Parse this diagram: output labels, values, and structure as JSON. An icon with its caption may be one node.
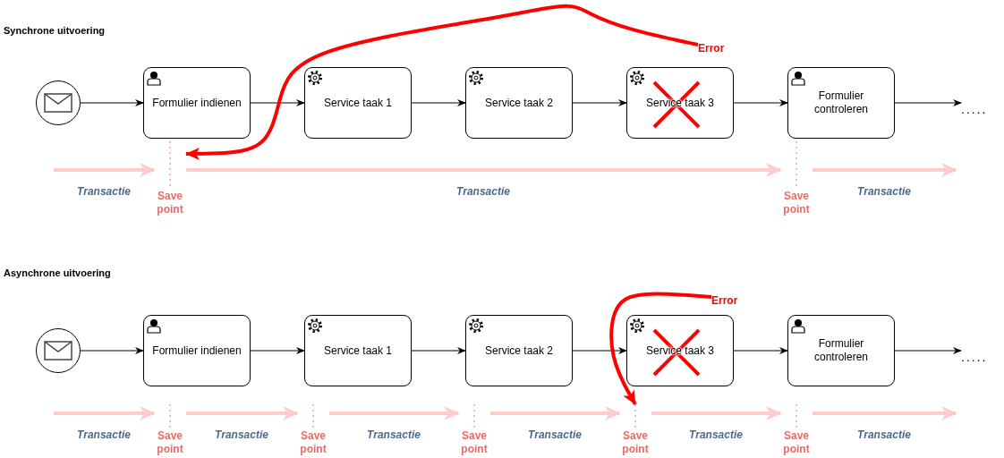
{
  "diagram": {
    "nodes": [
      {
        "text": [],
        "shape": "circle"
      },
      {
        "text": [
          "Formulier indienen"
        ]
      },
      {
        "text": [
          "Service taak 1"
        ]
      },
      {
        "text": [
          "Service taak 2"
        ]
      },
      {
        "text": [
          "Service taak 3"
        ]
      },
      {
        "text": [
          "Formulier controleren"
        ]
      },
      {
        "text": [
          "....."
        ]
      },
      {
        "text": [
          "Error"
        ]
      },
      {
        "text": [
          "Save point"
        ]
      },
      {
        "text": [
          "Save point"
        ]
      },
      {
        "text": [],
        "shape": "circle"
      },
      {
        "text": [
          "Formulier indienen"
        ]
      },
      {
        "text": [
          "Service taak 1"
        ]
      },
      {
        "text": [
          "Service taak 2"
        ]
      },
      {
        "text": [
          "Service taak 3"
        ]
      },
      {
        "text": [
          "Formulier controleren"
        ]
      },
      {
        "text": [
          "....."
        ]
      },
      {
        "text": [
          "Error"
        ]
      },
      {
        "text": [
          "Save point"
        ]
      },
      {
        "text": [
          "Save point"
        ]
      },
      {
        "text": [
          "Save point"
        ]
      },
      {
        "text": [
          "Save point"
        ]
      },
      {
        "text": [
          "Save point"
        ]
      }
    ],
    "edges": [
      {
        "from": 0,
        "to": 1,
        "arrow": "to"
      },
      {
        "from": 1,
        "to": 2,
        "arrow": "to"
      },
      {
        "from": 2,
        "to": 3,
        "arrow": "to"
      },
      {
        "from": 3,
        "to": 4,
        "arrow": "to"
      },
      {
        "from": 4,
        "to": 5,
        "arrow": "to"
      },
      {
        "from": 5,
        "to": 6,
        "arrow": "to"
      },
      {
        "from": 7,
        "to": 8,
        "arrow": "to",
        "style": "thick",
        "color": "#ff0000"
      },
      {
        "from": null,
        "to": 8,
        "arrow": "to",
        "label": "Transactie",
        "style": "thick",
        "color": "#ffcccc"
      },
      {
        "from": 8,
        "to": 9,
        "arrow": "to",
        "label": "Transactie",
        "style": "thick",
        "color": "#ffcccc"
      },
      {
        "from": 9,
        "to": null,
        "arrow": "to",
        "label": "Transactie",
        "style": "thick",
        "color": "#ffcccc"
      },
      {
        "from": 10,
        "to": 11,
        "arrow": "to"
      },
      {
        "from": 11,
        "to": 12,
        "arrow": "to"
      },
      {
        "from": 12,
        "to": 13,
        "arrow": "to"
      },
      {
        "from": 13,
        "to": 14,
        "arrow": "to"
      },
      {
        "from": 14,
        "to": 15,
        "arrow": "to"
      },
      {
        "from": 15,
        "to": 16,
        "arrow": "to"
      },
      {
        "from": 17,
        "to": 21,
        "arrow": "to",
        "style": "thick",
        "color": "#ff0000"
      },
      {
        "from": null,
        "to": 18,
        "arrow": "to",
        "label": "Transactie",
        "style": "thick",
        "color": "#ffcccc"
      },
      {
        "from": 18,
        "to": 19,
        "arrow": "to",
        "label": "Transactie",
        "style": "thick",
        "color": "#ffcccc"
      },
      {
        "from": 19,
        "to": 20,
        "arrow": "to",
        "label": "Transactie",
        "style": "thick",
        "color": "#ffcccc"
      },
      {
        "from": 20,
        "to": 21,
        "arrow": "to",
        "label": "Transactie",
        "style": "thick",
        "color": "#ffcccc"
      },
      {
        "from": 21,
        "to": 22,
        "arrow": "to",
        "label": "Transactie",
        "style": "thick",
        "color": "#ffcccc"
      },
      {
        "from": 22,
        "to": null,
        "arrow": "to",
        "label": "Transactie",
        "style": "thick",
        "color": "#ffcccc"
      }
    ],
    "labels": [
      "Synchrone uitvoering",
      "Asynchrone uitvoering"
    ]
  }
}
